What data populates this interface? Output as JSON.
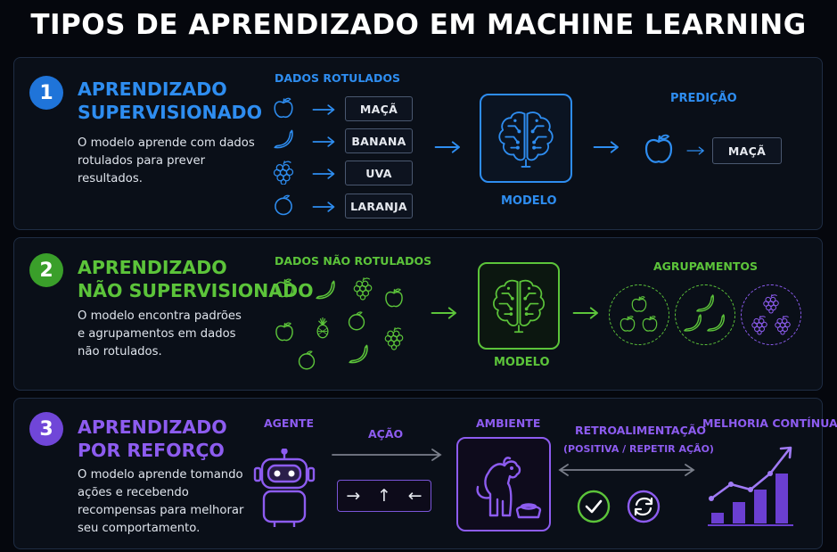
{
  "title": "TIPOS DE APRENDIZADO EM MACHINE LEARNING",
  "colors": {
    "supervised": "#2e8df0",
    "unsupervised": "#5cc43a",
    "reinforcement": "#8d5cf0"
  },
  "supervised": {
    "number": "1",
    "heading_line1": "APRENDIZADO",
    "heading_line2": "SUPERVISIONADO",
    "description": "O modelo aprende com dados\nrotulados para prever\nresultados.",
    "data_label": "DADOS ROTULADOS",
    "items": [
      {
        "icon": "apple-icon",
        "label": "MAÇÃ"
      },
      {
        "icon": "banana-icon",
        "label": "BANANA"
      },
      {
        "icon": "grapes-icon",
        "label": "UVA"
      },
      {
        "icon": "orange-icon",
        "label": "LARANJA"
      }
    ],
    "model_label": "MODELO",
    "prediction_label": "PREDIÇÃO",
    "prediction_value": "MAÇÃ"
  },
  "unsupervised": {
    "number": "2",
    "heading_line1": "APRENDIZADO",
    "heading_line2": "NÃO SUPERVISIONADO",
    "description": "O modelo encontra padrões\ne agrupamentos em dados\nnão rotulados.",
    "data_label": "DADOS NÃO ROTULADOS",
    "model_label": "MODELO",
    "clusters_label": "AGRUPAMENTOS"
  },
  "reinforcement": {
    "number": "3",
    "heading_line1": "APRENDIZADO",
    "heading_line2": "POR REFORÇO",
    "description": "O modelo aprende tomando\nações e recebendo\nrecompensas para melhorar\nseu comportamento.",
    "agent_label": "AGENTE",
    "action_label": "AÇÃO",
    "action_arrows": [
      "→",
      "↑",
      "←"
    ],
    "environment_label": "AMBIENTE",
    "feedback_label": "RETROALIMENTAÇÃO",
    "feedback_sub": "(POSITIVA / REPETIR AÇÃO)",
    "improvement_label": "MELHORIA CONTÍNUA"
  }
}
